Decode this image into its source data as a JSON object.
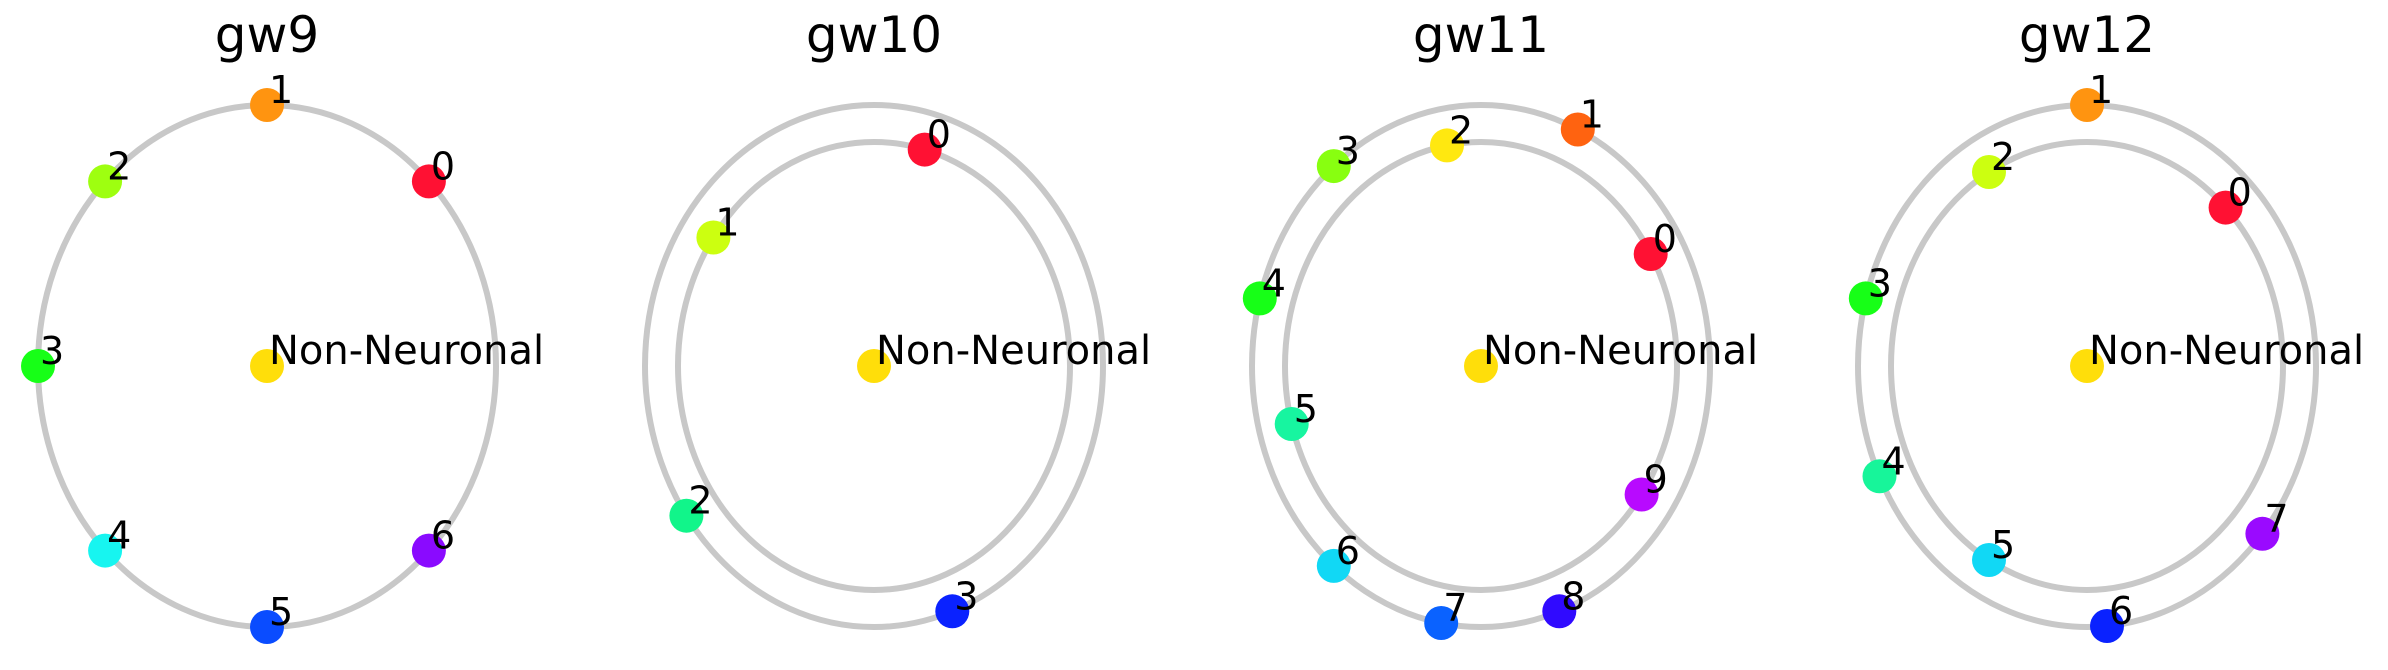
{
  "panels": [
    {
      "title": "gw9",
      "center_label": "Non-Neuronal",
      "center_color": "#ffde0a",
      "rings": 1,
      "nodes": [
        {
          "label": "0",
          "color": "#ff1133",
          "angle": 45,
          "ring": 0
        },
        {
          "label": "1",
          "color": "#ff9410",
          "angle": 90,
          "ring": 0
        },
        {
          "label": "2",
          "color": "#9eff10",
          "angle": 135,
          "ring": 0
        },
        {
          "label": "3",
          "color": "#17ff17",
          "angle": 180,
          "ring": 0
        },
        {
          "label": "4",
          "color": "#17f5f0",
          "angle": 225,
          "ring": 0
        },
        {
          "label": "5",
          "color": "#0a4cff",
          "angle": 270,
          "ring": 0
        },
        {
          "label": "6",
          "color": "#8a0aff",
          "angle": 315,
          "ring": 0
        }
      ]
    },
    {
      "title": "gw10",
      "center_label": "Non-Neuronal",
      "center_color": "#ffde0a",
      "rings": 2,
      "nodes": [
        {
          "label": "0",
          "color": "#ff1133",
          "angle": 75,
          "ring": 1
        },
        {
          "label": "1",
          "color": "#ccff10",
          "angle": 145,
          "ring": 1
        },
        {
          "label": "2",
          "color": "#11f58a",
          "angle": 215,
          "ring": 0
        },
        {
          "label": "3",
          "color": "#0a22ff",
          "angle": 290,
          "ring": 0
        }
      ]
    },
    {
      "title": "gw11",
      "center_label": "Non-Neuronal",
      "center_color": "#ffde0a",
      "rings": 2,
      "nodes": [
        {
          "label": "0",
          "color": "#ff1133",
          "angle": 30,
          "ring": 1
        },
        {
          "label": "1",
          "color": "#ff6310",
          "angle": 65,
          "ring": 0
        },
        {
          "label": "2",
          "color": "#ffe810",
          "angle": 100,
          "ring": 1
        },
        {
          "label": "3",
          "color": "#88ff10",
          "angle": 130,
          "ring": 0
        },
        {
          "label": "4",
          "color": "#17ff17",
          "angle": 165,
          "ring": 0
        },
        {
          "label": "5",
          "color": "#17f5a0",
          "angle": 195,
          "ring": 1
        },
        {
          "label": "6",
          "color": "#11d8f5",
          "angle": 230,
          "ring": 0
        },
        {
          "label": "7",
          "color": "#0a62ff",
          "angle": 260,
          "ring": 0
        },
        {
          "label": "8",
          "color": "#300aff",
          "angle": 290,
          "ring": 0
        },
        {
          "label": "9",
          "color": "#b80aff",
          "angle": 325,
          "ring": 1
        }
      ]
    },
    {
      "title": "gw12",
      "center_label": "Non-Neuronal",
      "center_color": "#ffde0a",
      "rings": 2,
      "nodes": [
        {
          "label": "0",
          "color": "#ff1133",
          "angle": 45,
          "ring": 1
        },
        {
          "label": "1",
          "color": "#ff9410",
          "angle": 90,
          "ring": 0
        },
        {
          "label": "2",
          "color": "#ccff10",
          "angle": 120,
          "ring": 1
        },
        {
          "label": "3",
          "color": "#17ff17",
          "angle": 165,
          "ring": 0
        },
        {
          "label": "4",
          "color": "#17f59a",
          "angle": 205,
          "ring": 0
        },
        {
          "label": "5",
          "color": "#11d8f5",
          "angle": 240,
          "ring": 1
        },
        {
          "label": "6",
          "color": "#0a22ff",
          "angle": 275,
          "ring": 0
        },
        {
          "label": "7",
          "color": "#9a0aff",
          "angle": 320,
          "ring": 0
        }
      ]
    }
  ]
}
